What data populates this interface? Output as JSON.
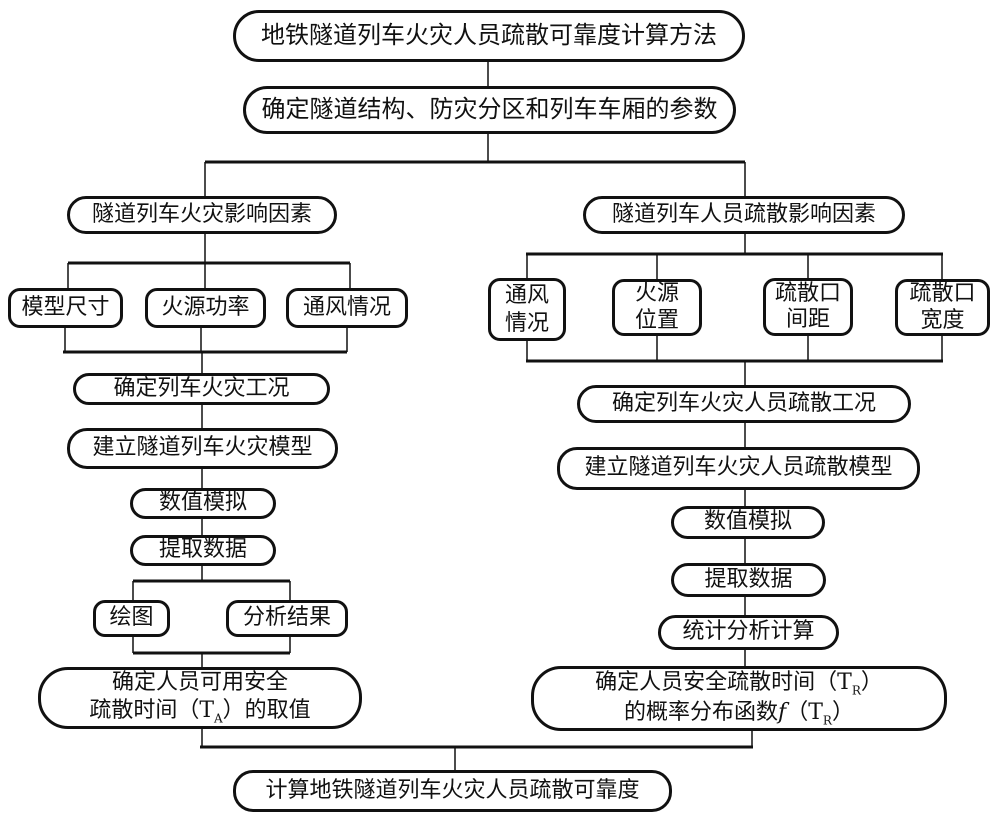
{
  "title": "地铁隧道列车火灾人员疏散可靠度计算方法",
  "params": "确定隧道结构、防灾分区和列车车厢的参数",
  "left": {
    "factors": "隧道列车火灾影响因素",
    "items": [
      "模型尺寸",
      "火源功率",
      "通风情况"
    ],
    "condition": "确定列车火灾工况",
    "model": "建立隧道列车火灾模型",
    "simulate": "数值模拟",
    "extract": "提取数据",
    "outputs": [
      "绘图",
      "分析结果"
    ],
    "result_line1": "确定人员可用安全",
    "result_line2_pre": "疏散时间（T",
    "result_sub": "A",
    "result_line2_post": "）的取值"
  },
  "right": {
    "factors": "隧道列车人员疏散影响因素",
    "items": [
      {
        "l1": "通风",
        "l2": "情况"
      },
      {
        "l1": "火源",
        "l2": "位置"
      },
      {
        "l1": "疏散口",
        "l2": "间距"
      },
      {
        "l1": "疏散口",
        "l2": "宽度"
      }
    ],
    "condition": "确定列车火灾人员疏散工况",
    "model": "建立隧道列车火灾人员疏散模型",
    "simulate": "数值模拟",
    "extract": "提取数据",
    "stats": "统计分析计算",
    "result_line1_pre": "确定人员安全疏散时间（T",
    "result_sub": "R",
    "result_line1_post": "）",
    "result_line2_pre": "的概率分布函数",
    "result_f": "f",
    "result_line2_mid": "（T",
    "result_sub2": "R",
    "result_line2_post": "）"
  },
  "final": "计算地铁隧道列车火灾人员疏散可靠度"
}
